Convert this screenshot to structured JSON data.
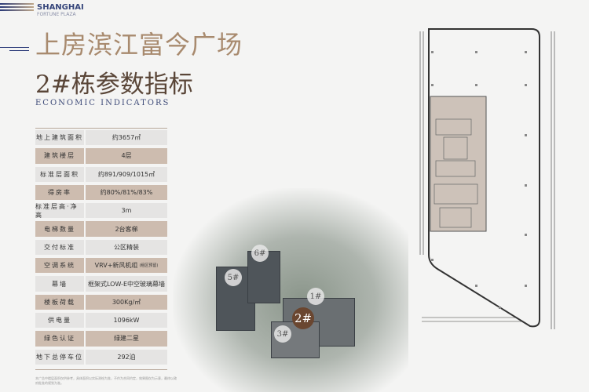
{
  "brand": {
    "line1": "SHANGHAI",
    "line2": "FORTUNE PLAZA"
  },
  "title": "上房滨江富今广场",
  "subtitle": "2#栋参数指标",
  "english": "ECONOMIC INDICATORS",
  "rows": [
    {
      "label": "地上建筑面积",
      "value": "约3657㎡"
    },
    {
      "label": "建筑楼层",
      "value": "4层"
    },
    {
      "label": "标准层面积",
      "value": "约891/909/1015㎡"
    },
    {
      "label": "得房率",
      "value": "约80%/81%/83%"
    },
    {
      "label": "标准层高·净高",
      "value": "3m"
    },
    {
      "label": "电梯数量",
      "value": "2台客梯"
    },
    {
      "label": "交付标准",
      "value": "公区精装"
    },
    {
      "label": "空调系统",
      "value": "VRV+新风机组",
      "note": "(租区预留)"
    },
    {
      "label": "幕墙",
      "value": "框架式LOW-E中空玻璃幕墙"
    },
    {
      "label": "楼板荷载",
      "value": "300Kg/㎡"
    },
    {
      "label": "供电量",
      "value": "1096kW"
    },
    {
      "label": "绿色认证",
      "value": "绿建二星"
    },
    {
      "label": "地下总停车位",
      "value": "292泊"
    }
  ],
  "footnote": "本广告中楼层面积仅供参考，具体面积以实际测绘为准，不作为合同约定，效果图仅为示意，最终以政府批准的规划为准。",
  "buildings": {
    "b1": "1#",
    "b2": "2#",
    "b3": "3#",
    "b5": "5#",
    "b6": "6#"
  }
}
